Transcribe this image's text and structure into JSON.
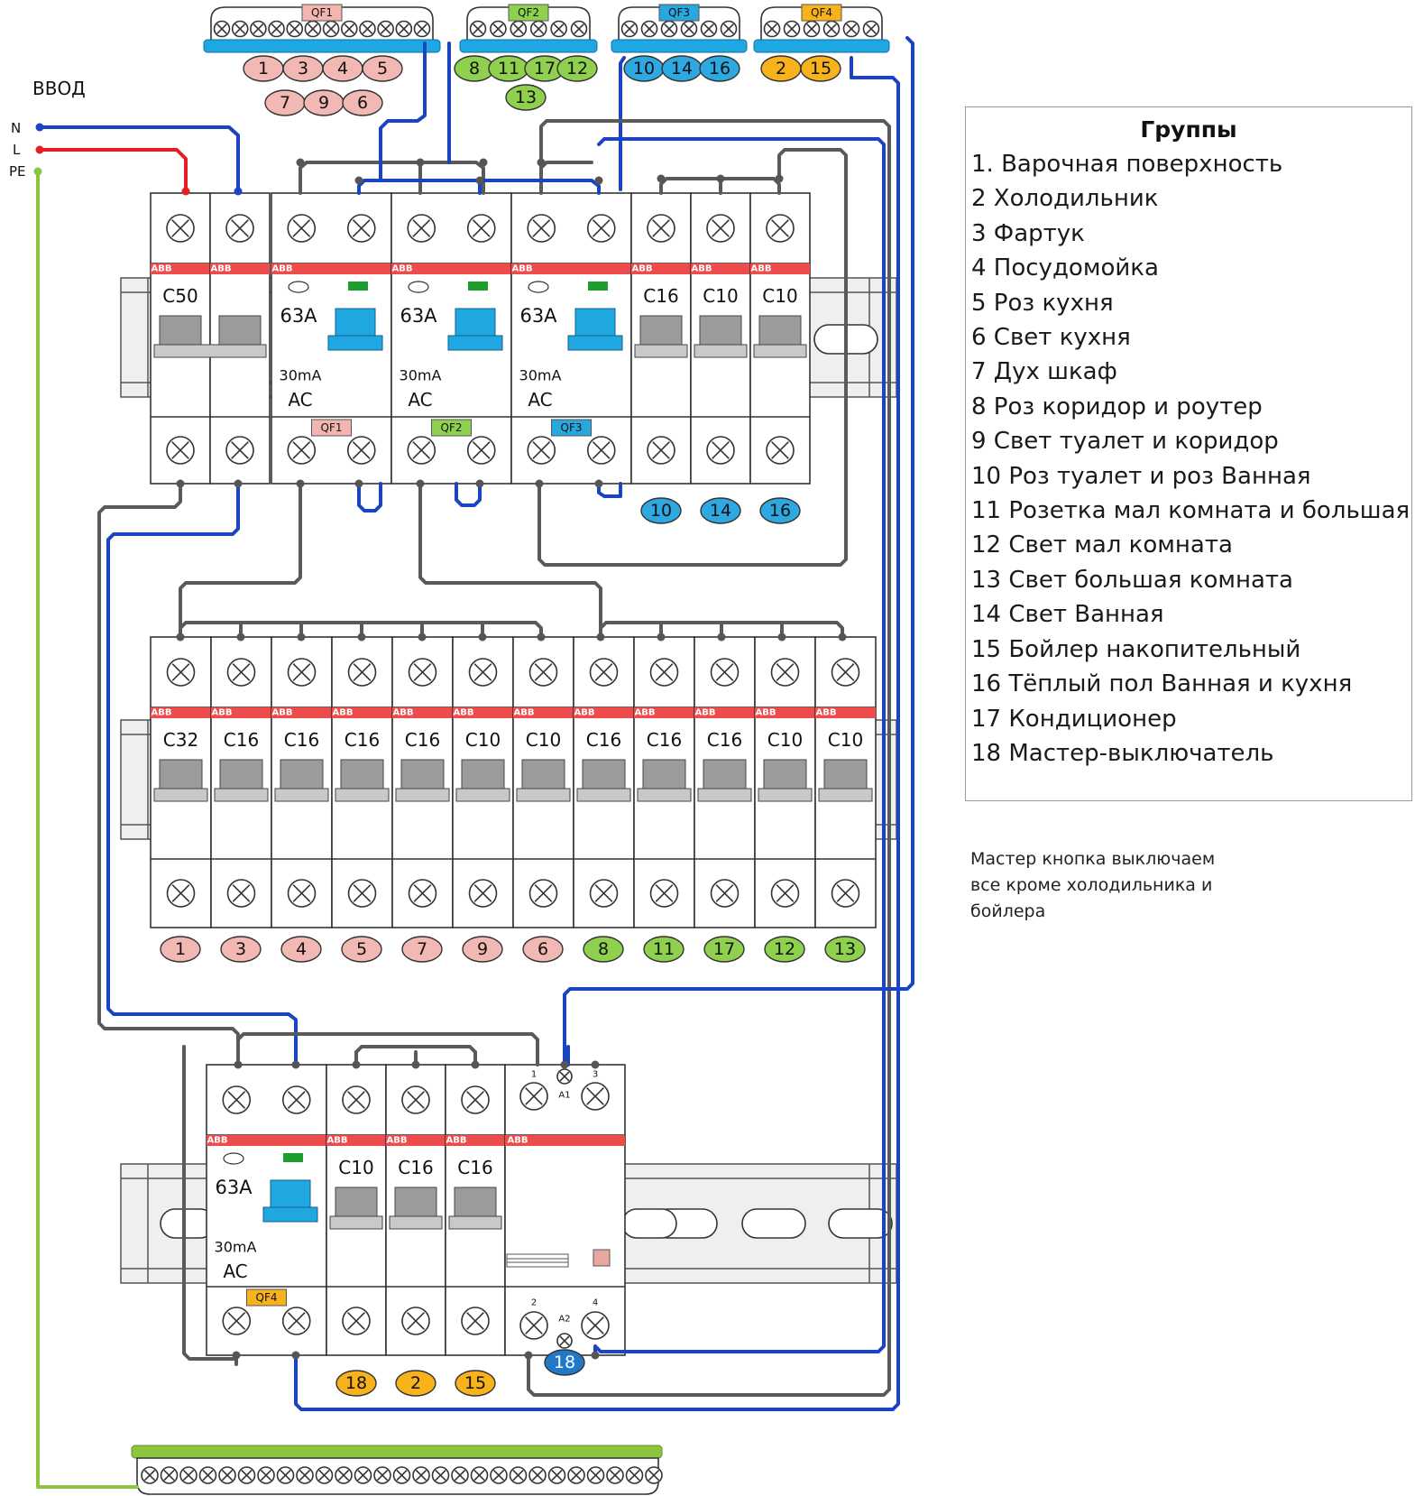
{
  "input": {
    "title": "ВВОД",
    "n_label": "N",
    "l_label": "L",
    "pe_label": "PE"
  },
  "top_bus_bars": [
    {
      "tag": "QF1",
      "tag_color": "#f2b5b0",
      "circuits": [
        "1",
        "3",
        "4",
        "5",
        "7",
        "9",
        "6"
      ],
      "circuit_color": "#f2b8b4"
    },
    {
      "tag": "QF2",
      "tag_color": "#8fd14f",
      "circuits": [
        "8",
        "11",
        "17",
        "12",
        "13"
      ],
      "circuit_color": "#8fd14f"
    },
    {
      "tag": "QF3",
      "tag_color": "#29a8e0",
      "circuits": [
        "10",
        "14",
        "16"
      ],
      "circuit_color": "#2ea8e0"
    },
    {
      "tag": "QF4",
      "tag_color": "#f7b21c",
      "circuits": [
        "2",
        "15"
      ],
      "circuit_color": "#f7b21c"
    }
  ],
  "row1": {
    "brand": "ABB",
    "main_breaker": {
      "rating": "C50",
      "poles": 2
    },
    "rcds": [
      {
        "current": "63A",
        "sensitivity": "30mA",
        "type": "AC",
        "tag": "QF1",
        "tag_color": "#f2b5b0"
      },
      {
        "current": "63A",
        "sensitivity": "30mA",
        "type": "AC",
        "tag": "QF2",
        "tag_color": "#8fd14f"
      },
      {
        "current": "63A",
        "sensitivity": "30mA",
        "type": "AC",
        "tag": "QF3",
        "tag_color": "#29a8e0"
      }
    ],
    "breakers": [
      {
        "rating": "C16",
        "circuit": "10"
      },
      {
        "rating": "C10",
        "circuit": "14"
      },
      {
        "rating": "C10",
        "circuit": "16"
      }
    ],
    "circuit_color": "#2ea8e0"
  },
  "row2": {
    "brand": "ABB",
    "breakers": [
      {
        "rating": "C32",
        "circuit": "1",
        "color": "#f2b8b4"
      },
      {
        "rating": "C16",
        "circuit": "3",
        "color": "#f2b8b4"
      },
      {
        "rating": "C16",
        "circuit": "4",
        "color": "#f2b8b4"
      },
      {
        "rating": "C16",
        "circuit": "5",
        "color": "#f2b8b4"
      },
      {
        "rating": "C16",
        "circuit": "7",
        "color": "#f2b8b4"
      },
      {
        "rating": "C10",
        "circuit": "9",
        "color": "#f2b8b4"
      },
      {
        "rating": "C10",
        "circuit": "6",
        "color": "#f2b8b4"
      },
      {
        "rating": "C16",
        "circuit": "8",
        "color": "#8fd14f"
      },
      {
        "rating": "C16",
        "circuit": "11",
        "color": "#8fd14f"
      },
      {
        "rating": "C16",
        "circuit": "17",
        "color": "#8fd14f"
      },
      {
        "rating": "C10",
        "circuit": "12",
        "color": "#8fd14f"
      },
      {
        "rating": "C10",
        "circuit": "13",
        "color": "#8fd14f"
      }
    ]
  },
  "row3": {
    "brand": "ABB",
    "rcd": {
      "current": "63A",
      "sensitivity": "30mA",
      "type": "AC",
      "tag": "QF4",
      "tag_color": "#f7b21c"
    },
    "breakers": [
      {
        "rating": "C10",
        "circuit": "18"
      },
      {
        "rating": "C16",
        "circuit": "2"
      },
      {
        "rating": "C16",
        "circuit": "15"
      }
    ],
    "circuit_color": "#f7b21c",
    "contactor": {
      "circuit": "18",
      "circuit_color": "#1f78c8",
      "term_top_left": "1",
      "term_top_right": "3",
      "coil_top": "A1",
      "term_bottom_left": "2",
      "term_bottom_right": "4",
      "coil_bottom": "A2"
    }
  },
  "colors": {
    "neutral_wire": "#1a44c0",
    "phase_wire": "#e31e24",
    "pe_wire": "#8cc63f",
    "jumper_wire": "#5a5a5a",
    "abb_stripe": "#ee4c4c",
    "rcd_test_button": "#1ea7e0",
    "breaker_toggle": "#9b9b9b"
  },
  "legend": {
    "title": "Группы",
    "items": [
      "1. Варочная поверхность",
      "2 Холодильник",
      "3 Фартук",
      "4 Посудомойка",
      "5 Роз кухня",
      "6 Свет кухня",
      "7 Дух шкаф",
      "8 Роз коридор и роутер",
      "9 Свет туалет и коридор",
      "10 Роз туалет и роз Ванная",
      "11 Розетка мал комната и большая",
      "12 Свет мал комната",
      "13 Свет большая комната",
      "14 Свет Ванная",
      "15 Бойлер накопительный",
      "16 Тёплый пол Ванная и кухня",
      "17 Кондиционер",
      "18 Мастер-выключатель"
    ]
  },
  "note": {
    "lines": [
      "Мастер кнопка выключаем",
      "все кроме холодильника и",
      "бойлера"
    ]
  }
}
